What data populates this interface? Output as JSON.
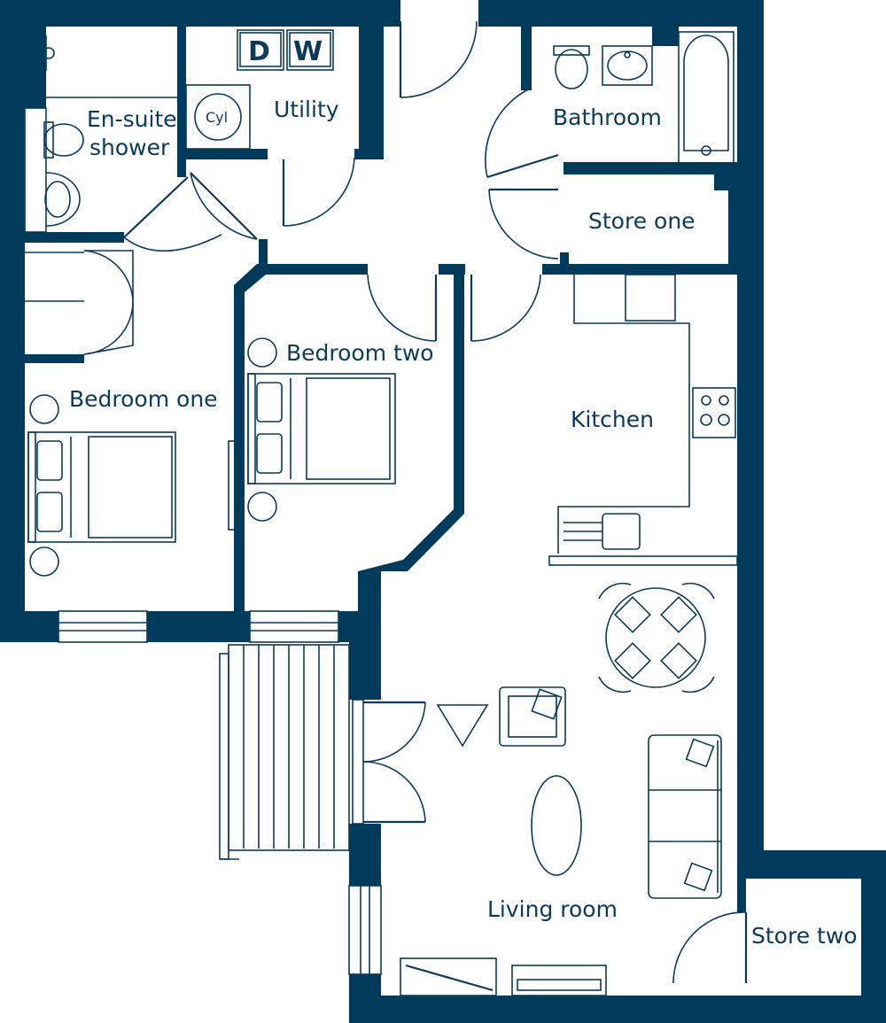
{
  "rooms": {
    "ensuite_line1": "En-suite",
    "ensuite_line2": "shower",
    "utility": "Utility",
    "bathroom": "Bathroom",
    "store_one": "Store one",
    "bedroom_two": "Bedroom two",
    "bedroom_one": "Bedroom one",
    "kitchen": "Kitchen",
    "living_room": "Living room",
    "store_two": "Store two"
  },
  "fixtures": {
    "cylinder": "Cyl",
    "dryer": "D",
    "washer": "W"
  },
  "colors": {
    "wall": "#003b5c",
    "line": "#0b3a5a",
    "background": "#ffffff"
  }
}
